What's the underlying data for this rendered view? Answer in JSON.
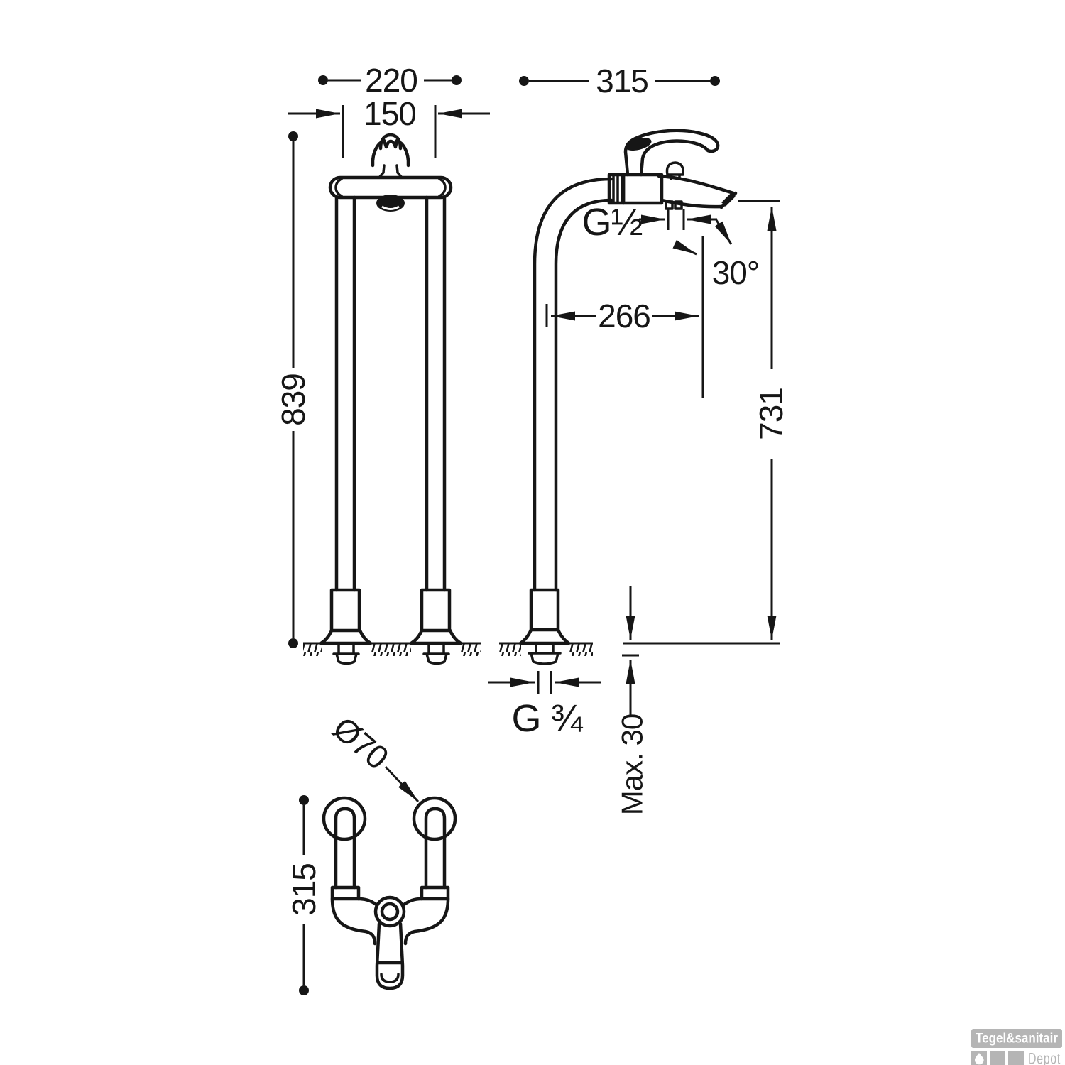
{
  "dimensions": {
    "front_overall_width": "220",
    "front_pipe_spacing": "150",
    "front_height": "839",
    "side_depth": "315",
    "spout_outlet_thread": "G½",
    "spout_angle": "30°",
    "spout_reach": "266",
    "spout_height": "731",
    "inlet_thread": "G ¾",
    "floor_thickness_max": "Max. 30",
    "flange_diameter": "Ø70",
    "plan_depth": "315"
  },
  "logo": {
    "brand": "Tegel&sanitair",
    "suffix": "Depot"
  },
  "colors": {
    "ink": "#161616",
    "logo_gray": "#b5b5b5"
  }
}
